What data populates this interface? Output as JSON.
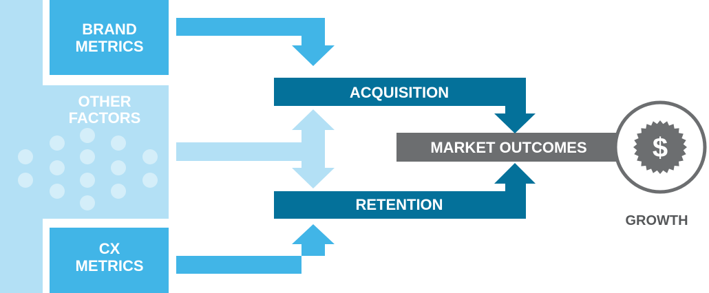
{
  "boxes": {
    "brand_metrics": [
      "BRAND",
      "METRICS"
    ],
    "other_factors": [
      "OTHER",
      "FACTORS"
    ],
    "cx_metrics": [
      "CX",
      "METRICS"
    ],
    "acquisition": "ACQUISITION",
    "retention": "RETENTION",
    "market_outcomes": "MARKET OUTCOMES",
    "growth": "GROWTH"
  },
  "icons": {
    "growth_badge": "dollar-badge-icon"
  },
  "colors": {
    "blue": "#41B5E7",
    "light_blue": "#B3E0F5",
    "light_blue_dots": "#D4EEF9",
    "dark_teal": "#04719A",
    "gray": "#6C6E70",
    "growth_text": "#555759",
    "white": "#FFFFFF"
  }
}
